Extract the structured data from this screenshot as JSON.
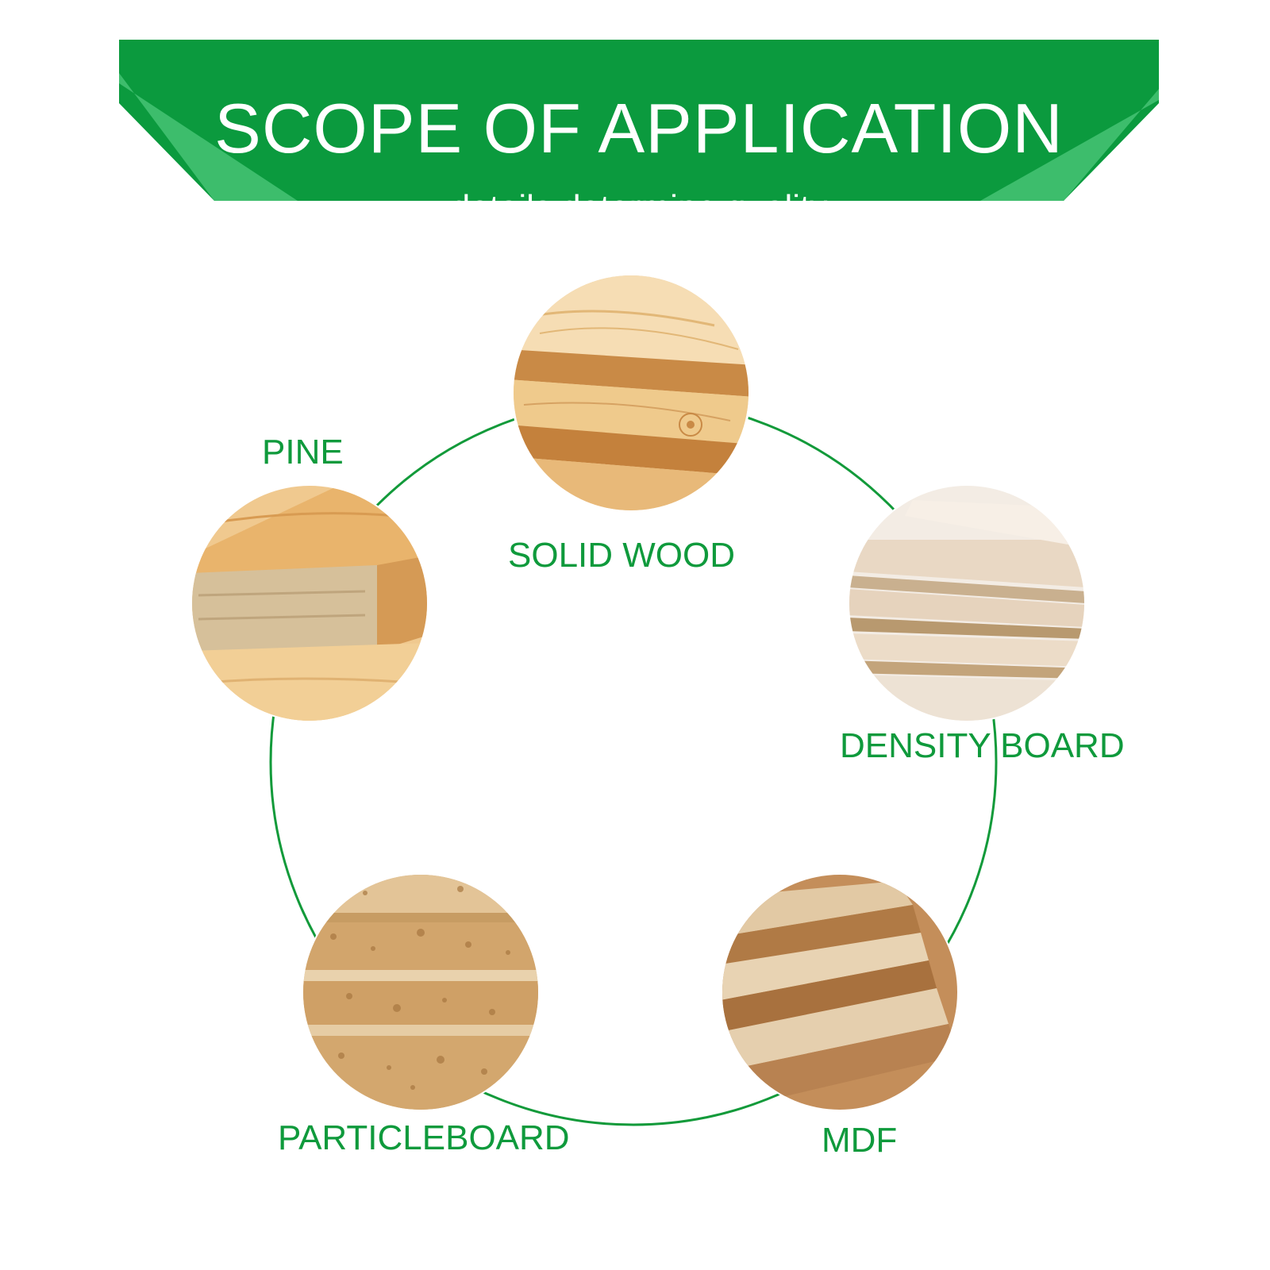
{
  "banner": {
    "title": "SCOPE OF APPLICATION",
    "subtitle": "details determine quality",
    "color": "#0b9a3e",
    "accent_color": "#3dbd6c"
  },
  "ring_color": "#129a3a",
  "label_color": "#0f9a3c",
  "materials": [
    {
      "id": "solid-wood",
      "label": "SOLID WOOD"
    },
    {
      "id": "density-board",
      "label": "DENSITY BOARD"
    },
    {
      "id": "mdf",
      "label": "MDF"
    },
    {
      "id": "particleboard",
      "label": "PARTICLEBOARD"
    },
    {
      "id": "pine",
      "label": "PINE"
    }
  ]
}
